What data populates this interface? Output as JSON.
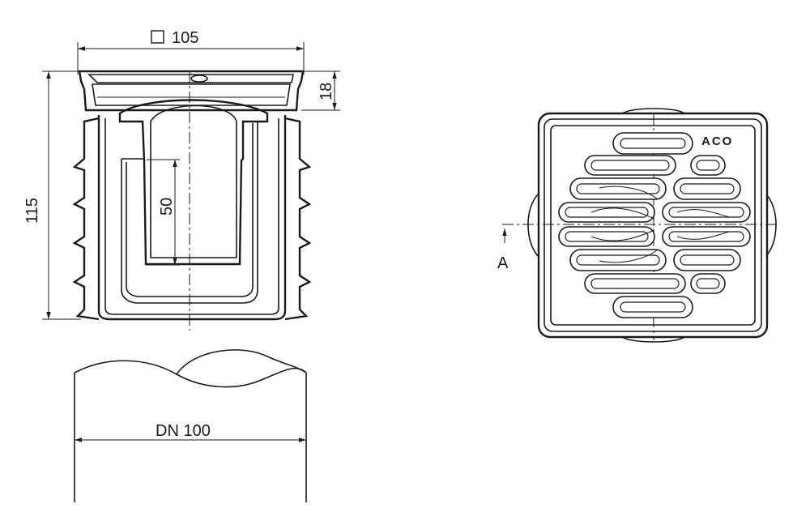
{
  "dimensions": {
    "width": "105",
    "height": "115",
    "grate_depth": "18",
    "water_seal": "50",
    "pipe": "DN 100"
  },
  "section_marker": "A",
  "brand_logo": "ACO"
}
